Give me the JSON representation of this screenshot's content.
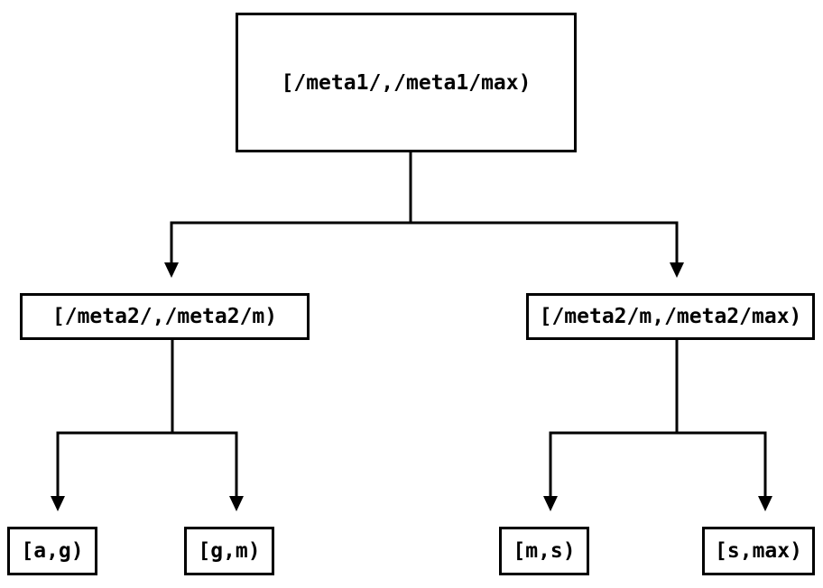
{
  "diagram": {
    "colors": {
      "stroke": "#000000",
      "background": "#ffffff"
    },
    "nodes": {
      "root": {
        "label": "[/meta1/,/meta1/max)"
      },
      "left_child": {
        "label": "[/meta2/,/meta2/m)"
      },
      "right_child": {
        "label": "[/meta2/m,/meta2/max)"
      },
      "leaf_a_g": {
        "label": "[a,g)"
      },
      "leaf_g_m": {
        "label": "[g,m)"
      },
      "leaf_m_s": {
        "label": "[m,s)"
      },
      "leaf_s_max": {
        "label": "[s,max)"
      }
    },
    "edges": [
      {
        "from": "root",
        "to": "left_child"
      },
      {
        "from": "root",
        "to": "right_child"
      },
      {
        "from": "left_child",
        "to": "leaf_a_g"
      },
      {
        "from": "left_child",
        "to": "leaf_g_m"
      },
      {
        "from": "right_child",
        "to": "leaf_m_s"
      },
      {
        "from": "right_child",
        "to": "leaf_s_max"
      }
    ]
  }
}
